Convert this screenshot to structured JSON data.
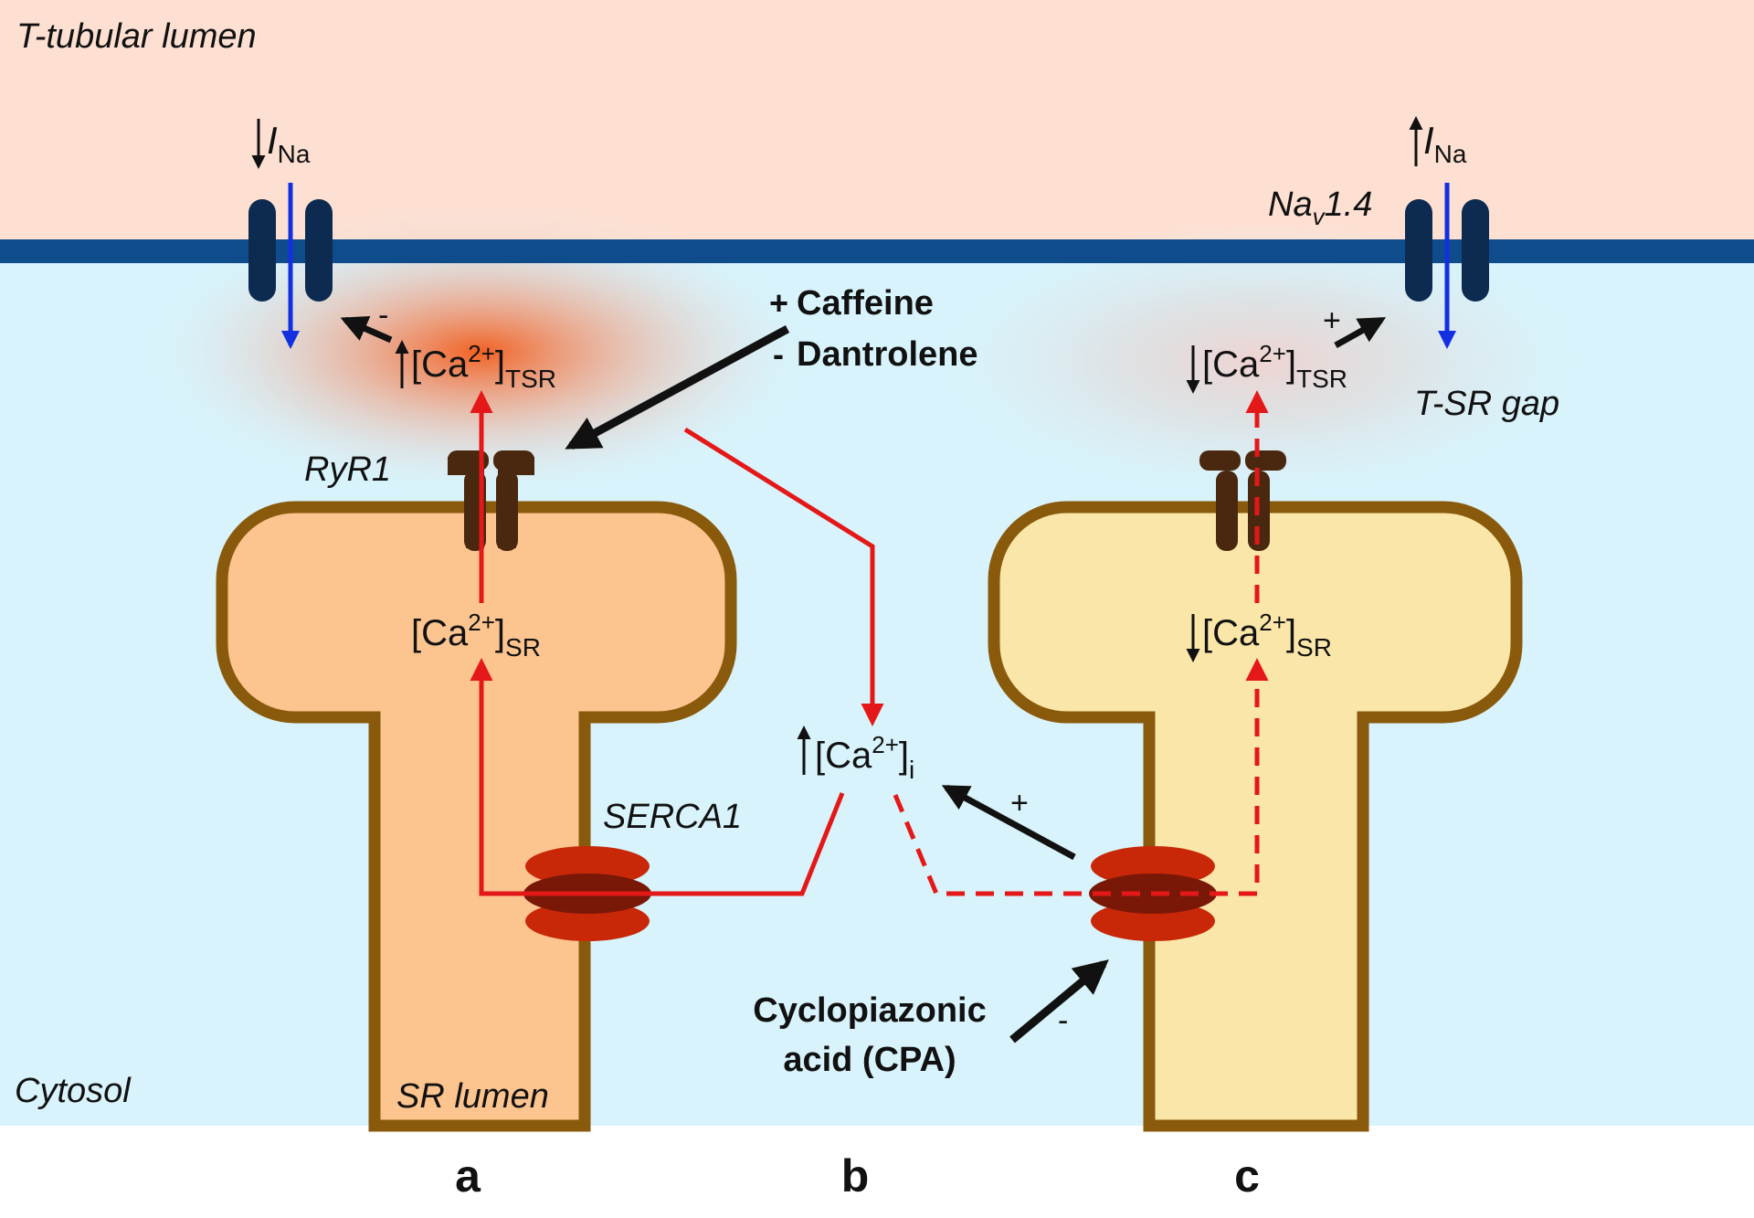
{
  "regions": {
    "t_tubular_lumen": "T-tubular lumen",
    "cytosol": "Cytosol",
    "sr_lumen": "SR lumen",
    "t_sr_gap": "T-SR gap"
  },
  "proteins": {
    "ryr1": "RyR1",
    "serca1": "SERCA1",
    "nav_base": "Na",
    "nav_sub": "v",
    "nav_tail": "1.4"
  },
  "current": {
    "symbol": "I",
    "sub": "Na"
  },
  "ion": {
    "base": "[Ca",
    "sup": "2+",
    "close": "]"
  },
  "subscripts": {
    "tsr": "TSR",
    "sr": "SR",
    "i": "i"
  },
  "drugs": {
    "caffeine": "Caffeine",
    "dantrolene": "Dantrolene",
    "cpa_line1": "Cyclopiazonic",
    "cpa_line2": "acid (CPA)"
  },
  "signs": {
    "plus": "+",
    "minus": "-"
  },
  "panels": [
    "a",
    "b",
    "c"
  ],
  "colors": {
    "t_tubule_bg": "#fde0d2",
    "cytosol_bg": "#d8f3fb",
    "membrane": "#0f4c8c",
    "channel": "#0d2a50",
    "na_arrow": "#1330e0",
    "sr_left_fill": "#fcc48e",
    "sr_right_fill": "#fae6a8",
    "sr_outline": "#8a5a0c",
    "ryr1": "#4a2810",
    "serca_dark": "#7a1808",
    "serca_light": "#c82808",
    "ca_flux": "#e41818",
    "halo_high": "#f46428",
    "halo_low": "#d8d8d8"
  }
}
